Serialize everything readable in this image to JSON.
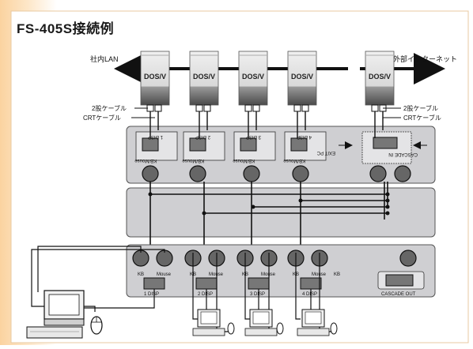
{
  "title": "FS-405S接続例",
  "colors": {
    "background_gradient_left": "#fbd7a8",
    "frame": "#ffffff",
    "panel": "#cfcfd2",
    "pc_light": "#e8e8e8",
    "pc_dark": "#6a6a6a",
    "line": "#111111"
  },
  "labels": {
    "lan_in": "社内LAN",
    "lan_out": "外部インターネット",
    "cable_kb_left": "2股ケーブル",
    "cable_crt_left": "CRTケーブル",
    "cable_kb_right": "2股ケーブル",
    "cable_crt_right": "CRTケーブル"
  },
  "servers": [
    {
      "label": "DOS/V"
    },
    {
      "label": "DOS/V"
    },
    {
      "label": "DOS/V"
    },
    {
      "label": "DOS/V"
    },
    {
      "label": "DOS/V"
    }
  ],
  "top_panel": {
    "ports": [
      {
        "disp": "1 DISP",
        "kbm": "KB/Mouse"
      },
      {
        "disp": "2 DISP",
        "kbm": "KB/Mouse"
      },
      {
        "disp": "3 DISP",
        "kbm": "KB/Mouse"
      },
      {
        "disp": "4 DISP",
        "kbm": "KB/Mouse"
      }
    ],
    "exit_pc": "EXIT PC",
    "cascade_in": "CASCADE IN"
  },
  "bottom_panel": {
    "ports": [
      {
        "kb": "KB",
        "mouse": "Mouse",
        "disp": "1 DISP"
      },
      {
        "kb": "KB",
        "mouse": "Mouse",
        "disp": "2 DISP"
      },
      {
        "kb": "KB",
        "mouse": "Mouse",
        "disp": "3 DISP"
      },
      {
        "kb": "KB",
        "mouse": "Mouse",
        "disp": "4 DISP"
      }
    ],
    "kb_extra": "KB",
    "cascade_out": "CASCADE OUT"
  }
}
